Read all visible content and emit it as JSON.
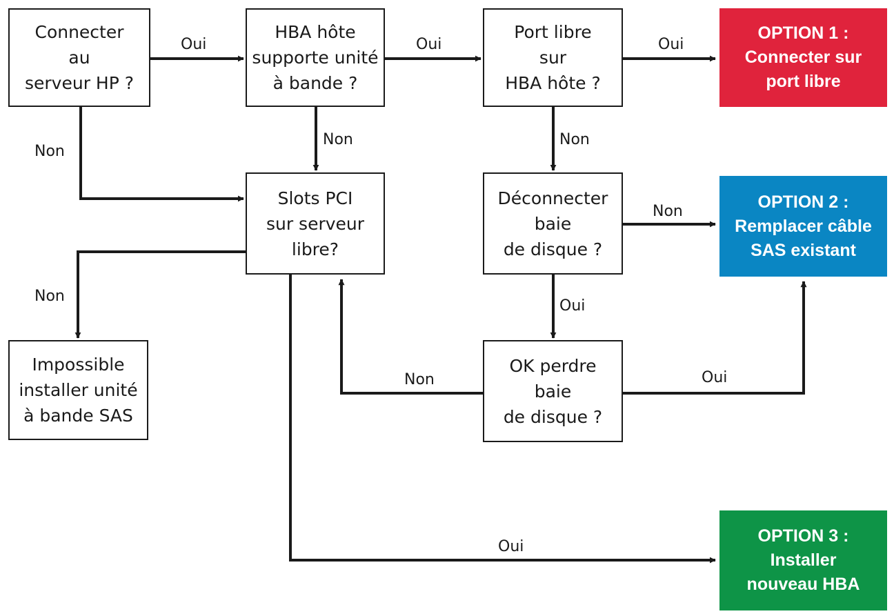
{
  "colors": {
    "line": "#1a1a1a",
    "option1": "#e0233c",
    "option2": "#0a86c3",
    "option3": "#0e9447"
  },
  "nodes": {
    "connect_server": [
      "Connecter",
      "au",
      "serveur HP ?"
    ],
    "hba_supports": [
      "HBA hôte",
      "supporte unité",
      "à bande ?"
    ],
    "free_port": [
      "Port libre",
      "sur",
      "HBA hôte ?"
    ],
    "pci_slots": [
      "Slots PCI",
      "sur serveur",
      "libre?"
    ],
    "disconnect_array": [
      "Déconnecter",
      "baie",
      "de disque ?"
    ],
    "impossible": [
      "Impossible",
      "installer unité",
      "à bande SAS"
    ],
    "ok_lose_array": [
      "OK perdre",
      "baie",
      "de disque ?"
    ]
  },
  "options": {
    "option1": [
      "OPTION 1 :",
      "Connecter sur",
      "port libre"
    ],
    "option2": [
      "OPTION 2 :",
      "Remplacer câble",
      "SAS existant"
    ],
    "option3": [
      "OPTION 3 :",
      "Installer",
      "nouveau HBA"
    ]
  },
  "edges": {
    "connect_to_hba": "Oui",
    "hba_to_port": "Oui",
    "port_to_option1": "Oui",
    "connect_to_pci": "Non",
    "hba_to_pci": "Non",
    "port_to_disconnect": "Non",
    "disconnect_to_option2": "Non",
    "pci_to_impossible": "Non",
    "disconnect_to_ok": "Oui",
    "ok_to_pci": "Non",
    "ok_to_option2": "Oui",
    "pci_to_option3": "Oui"
  }
}
